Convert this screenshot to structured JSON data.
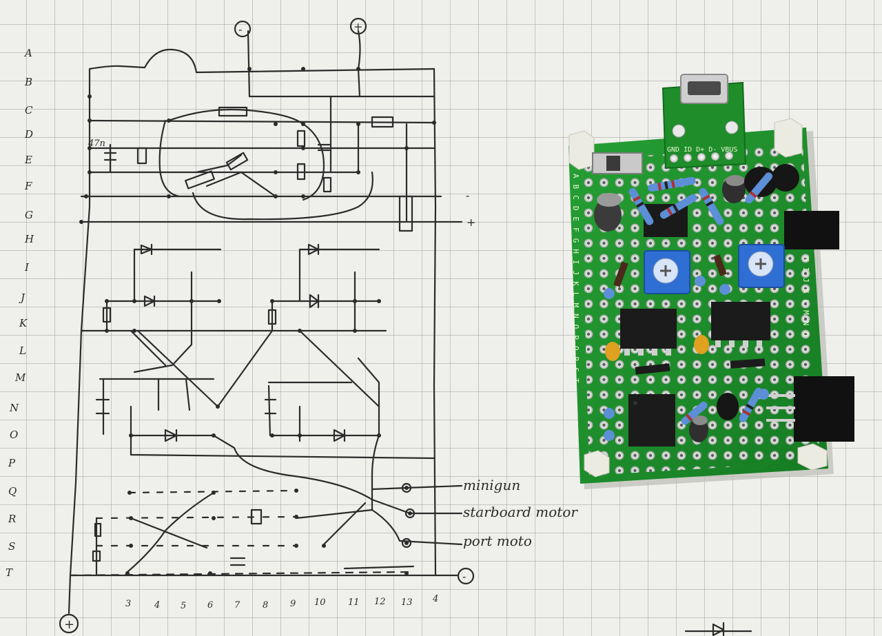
{
  "sketch": {
    "row_letters": [
      "A",
      "B",
      "C",
      "D",
      "E",
      "F",
      "G",
      "H",
      "I",
      "J",
      "K",
      "L",
      "M",
      "N",
      "O",
      "P",
      "Q",
      "R",
      "S",
      "T"
    ],
    "column_numbers": [
      "3",
      "4",
      "5",
      "6",
      "7",
      "8",
      "9",
      "10",
      "11",
      "12",
      "13",
      "4"
    ],
    "terminals": {
      "top_left": "-",
      "top_right": "+",
      "bottom_left": "+",
      "bottom_right": "-"
    },
    "side_marks": [
      "-",
      "+"
    ],
    "component_note": "47n",
    "output_labels": [
      "minigun",
      "starboard motor",
      "port moto"
    ]
  },
  "pcb": {
    "usb_pins": "GND ID D+ D- VBUS",
    "row_labels_left": "ABCDEFGHIJKLMNOPQRST",
    "row_labels_right": "HIJKLMNO",
    "colors": {
      "board": "#1f8a2c",
      "silkscreen": "#e8f5d0",
      "trimmer": "#2f6fd4",
      "ic": "#1a1a1a"
    }
  }
}
